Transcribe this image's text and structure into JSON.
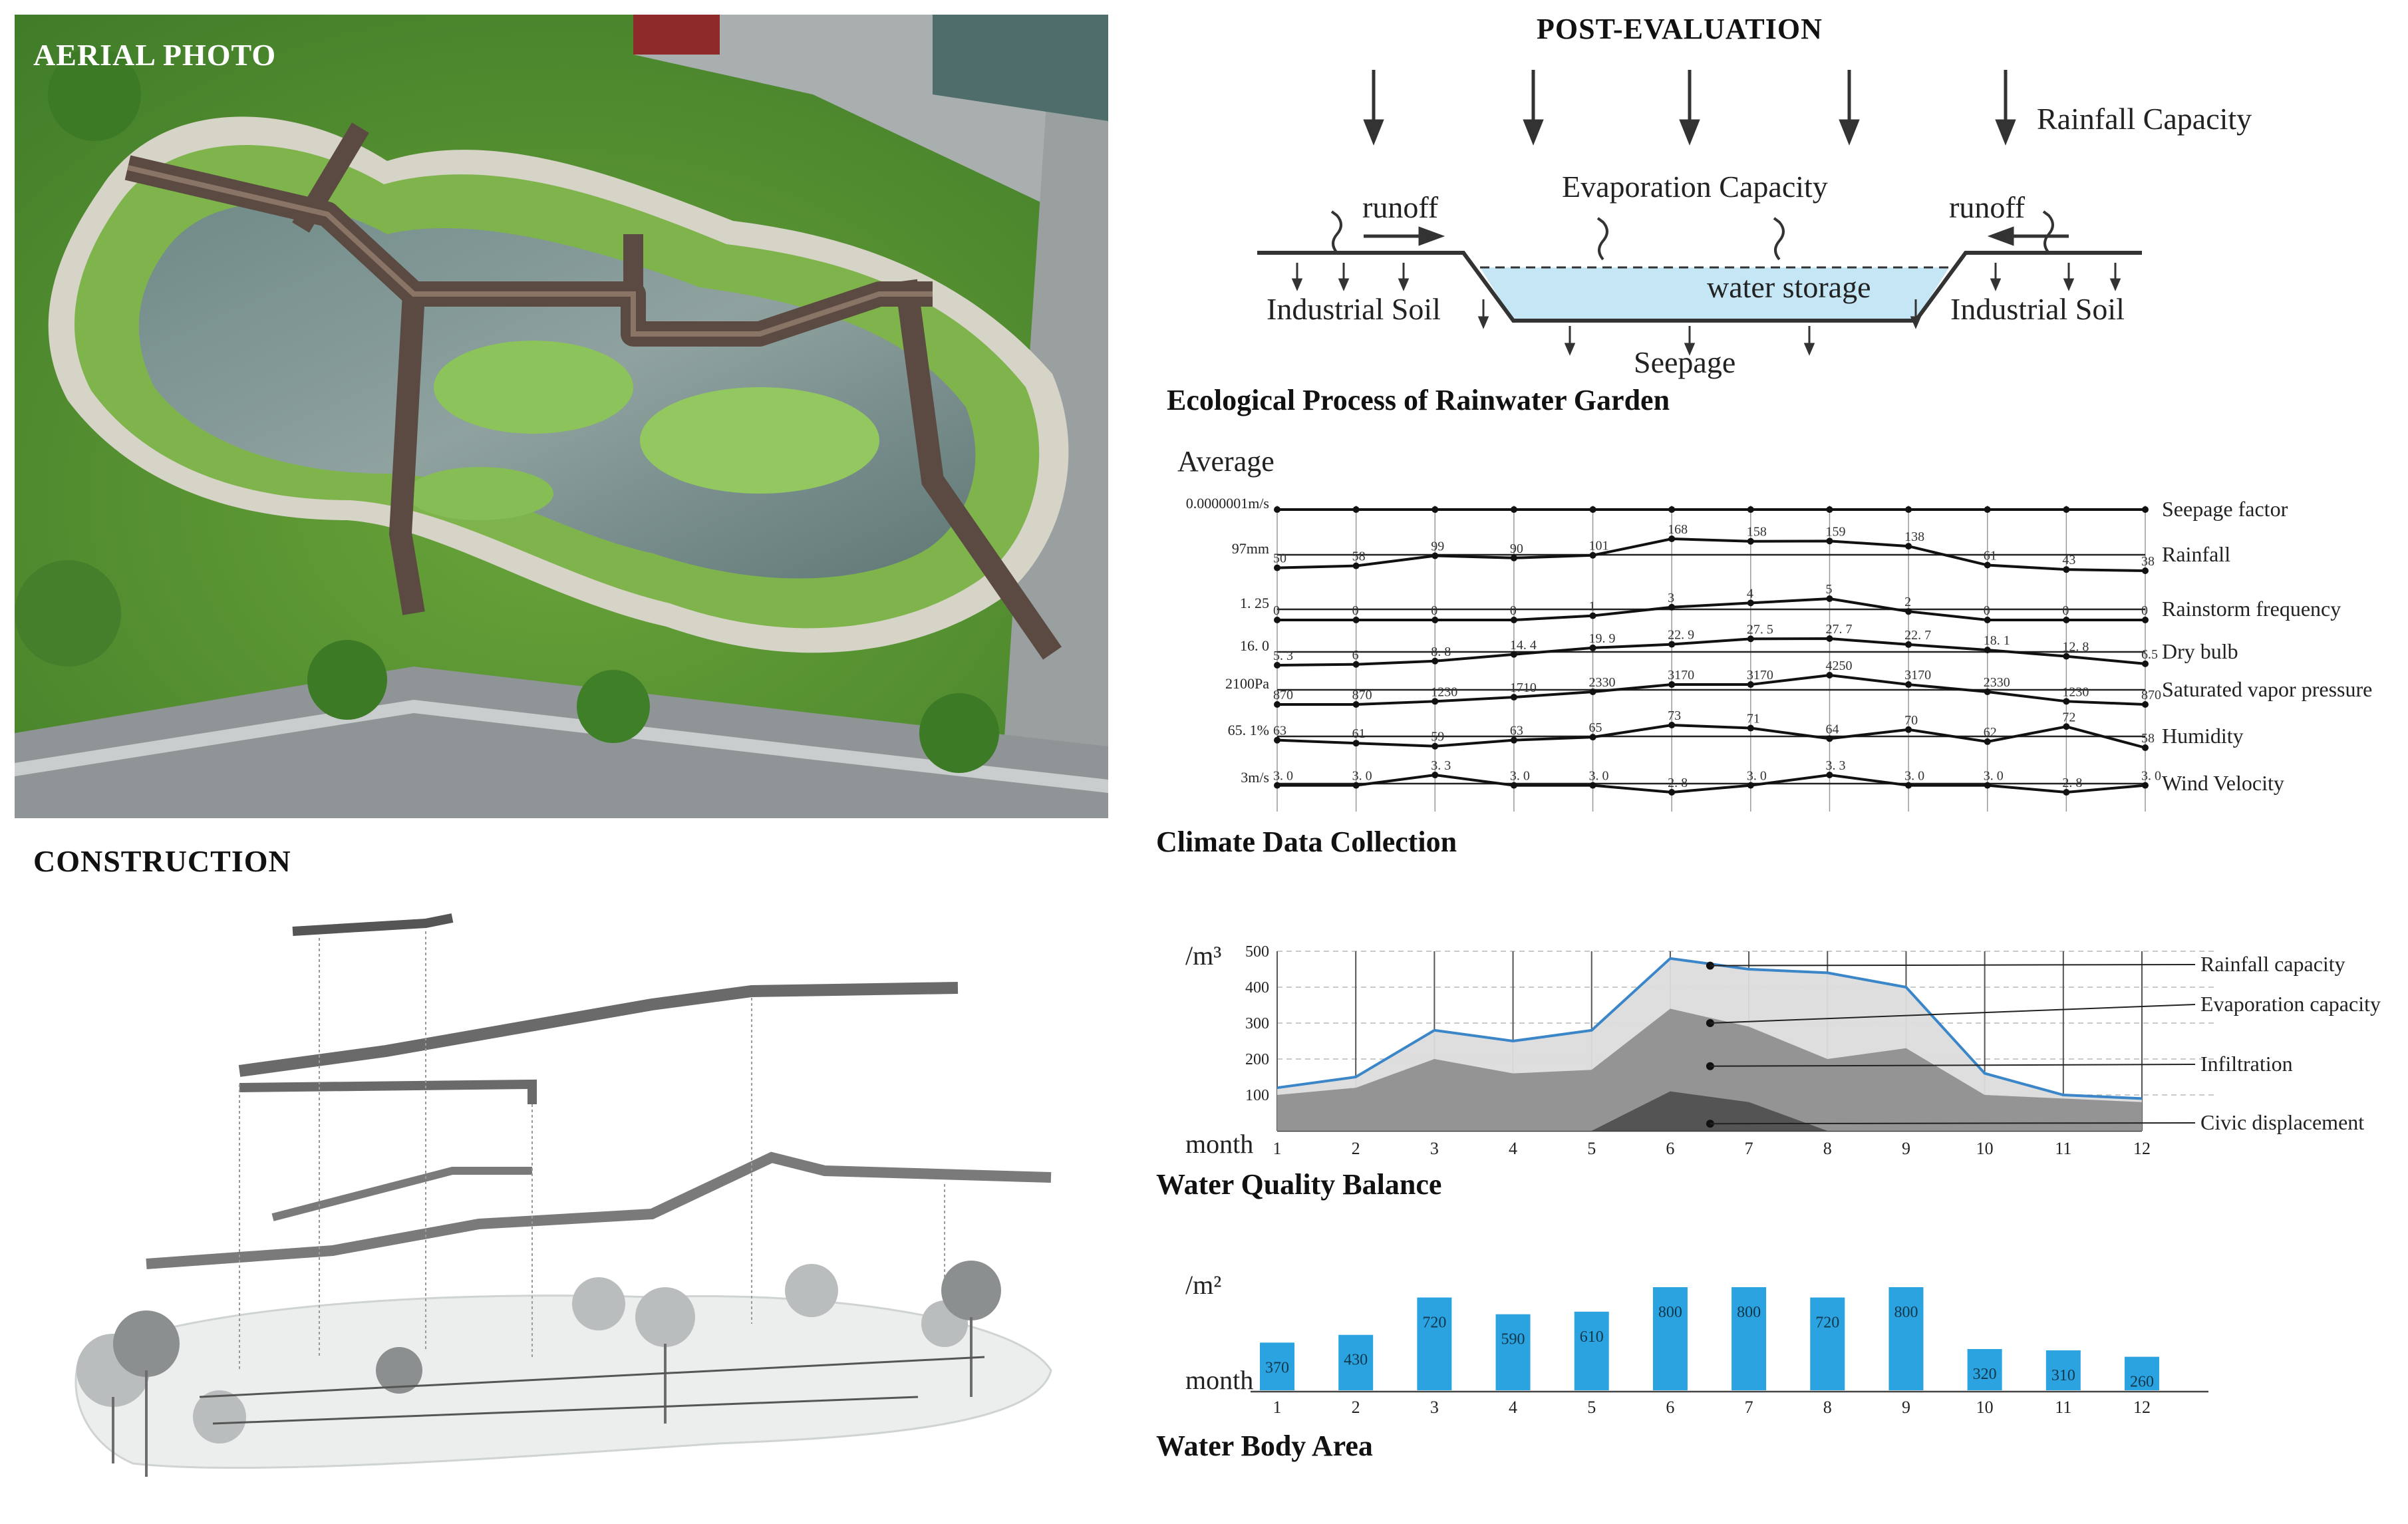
{
  "headings": {
    "aerial": "AERIAL PHOTO",
    "construction": "CONSTRUCTION",
    "post_evaluation": "POST-EVALUATION",
    "ecological_caption": "Ecological Process of Rainwater Garden",
    "climate_caption": "Climate Data Collection",
    "water_quality_caption": "Water Quality Balance",
    "water_area_caption": "Water Body Area"
  },
  "ecological_diagram": {
    "rainfall": "Rainfall Capacity",
    "evaporation": "Evaporation Capacity",
    "runoff_left": "runoff",
    "runoff_right": "runoff",
    "water_storage": "water storage",
    "soil_left": "Industrial Soil",
    "soil_right": "Industrial Soil",
    "seepage": "Seepage"
  },
  "colors": {
    "accent_blue": "#2e9fdc",
    "bar_blue": "#2aa3e0",
    "line_blue": "#3a86c8",
    "water": "#c5e6f5",
    "dark": "#222222"
  },
  "chart_data": [
    {
      "id": "climate",
      "type": "line",
      "header": "Average",
      "x": [
        1,
        2,
        3,
        4,
        5,
        6,
        7,
        8,
        9,
        10,
        11,
        12
      ],
      "series": [
        {
          "name": "Seepage factor",
          "baseline_label": "0.0000001m/s",
          "values": [
            1,
            1,
            1,
            1,
            1,
            1,
            1,
            1,
            1,
            1,
            1,
            1
          ],
          "labels": []
        },
        {
          "name": "Rainfall",
          "baseline_label": "97mm",
          "values": [
            50,
            58,
            99,
            90,
            101,
            168,
            158,
            159,
            138,
            61,
            43,
            38
          ],
          "labels": [
            "50",
            "58",
            "99",
            "90",
            "101",
            "168",
            "158",
            "159",
            "138",
            "61",
            "43",
            "38"
          ]
        },
        {
          "name": "Rainstorm frequency",
          "baseline_label": "1. 25",
          "values": [
            0,
            0,
            0,
            0,
            1,
            3,
            4,
            5,
            2,
            0,
            0,
            0
          ],
          "labels": [
            "0",
            "0",
            "0",
            "0",
            "1",
            "3",
            "4",
            "5",
            "2",
            "0",
            "0",
            "0"
          ]
        },
        {
          "name": "Dry bulb",
          "baseline_label": "16. 0",
          "values": [
            5.3,
            6,
            8.8,
            14.4,
            19.9,
            22.9,
            27.5,
            27.7,
            22.7,
            18.1,
            12.8,
            6.5
          ],
          "labels": [
            "5. 3",
            "6",
            "8. 8",
            "14. 4",
            "19. 9",
            "22. 9",
            "27. 5",
            "27. 7",
            "22. 7",
            "18. 1",
            "12. 8",
            "6.5"
          ]
        },
        {
          "name": "Saturated vapor pressure",
          "baseline_label": "2100Pa",
          "values": [
            870,
            870,
            1230,
            1710,
            2330,
            3170,
            3170,
            4250,
            3170,
            2330,
            1230,
            870
          ],
          "labels": [
            "870",
            "870",
            "1230",
            "1710",
            "2330",
            "3170",
            "3170",
            "4250",
            "3170",
            "2330",
            "1230",
            "870"
          ]
        },
        {
          "name": "Humidity",
          "baseline_label": "65. 1%",
          "values": [
            63,
            61,
            59,
            63,
            65,
            73,
            71,
            64,
            70,
            62,
            72,
            58
          ],
          "labels": [
            "63",
            "61",
            "59",
            "63",
            "65",
            "73",
            "71",
            "64",
            "70",
            "62",
            "72",
            "58"
          ]
        },
        {
          "name": "Wind Velocity",
          "baseline_label": "3m/s",
          "values": [
            3.0,
            3.0,
            3.3,
            3.0,
            3.0,
            2.8,
            3.0,
            3.3,
            3.0,
            3.0,
            2.8,
            3.0
          ],
          "labels": [
            "3. 0",
            "3. 0",
            "3. 3",
            "3. 0",
            "3. 0",
            "2. 8",
            "3. 0",
            "3. 3",
            "3. 0",
            "3. 0",
            "2. 8",
            "3. 0"
          ]
        }
      ]
    },
    {
      "id": "water_quality",
      "type": "area",
      "ylabel": "/m³",
      "xlabel": "month",
      "x": [
        1,
        2,
        3,
        4,
        5,
        6,
        7,
        8,
        9,
        10,
        11,
        12
      ],
      "yticks": [
        100,
        200,
        300,
        400,
        500
      ],
      "ylim": [
        0,
        500
      ],
      "grid": true,
      "series": [
        {
          "name": "Rainfall capacity",
          "values": [
            120,
            150,
            280,
            250,
            280,
            480,
            450,
            440,
            400,
            160,
            100,
            90
          ]
        },
        {
          "name": "Evaporation capacity",
          "values": [
            100,
            120,
            200,
            160,
            170,
            340,
            290,
            200,
            230,
            100,
            90,
            80
          ]
        },
        {
          "name": "Infiltration",
          "values": [
            0,
            0,
            0,
            0,
            0,
            110,
            80,
            0,
            0,
            0,
            0,
            0
          ]
        },
        {
          "name": "Civic displacement",
          "values": [
            0,
            0,
            0,
            0,
            0,
            0,
            0,
            0,
            0,
            0,
            0,
            0
          ]
        }
      ]
    },
    {
      "id": "water_area",
      "type": "bar",
      "ylabel": "/m²",
      "xlabel": "month",
      "categories": [
        1,
        2,
        3,
        4,
        5,
        6,
        7,
        8,
        9,
        10,
        11,
        12
      ],
      "values": [
        370,
        430,
        720,
        590,
        610,
        800,
        800,
        720,
        800,
        320,
        310,
        260
      ],
      "labels": [
        "370",
        "430",
        "720",
        "590",
        "610",
        "800",
        "800",
        "720",
        "800",
        "320",
        "310",
        "260"
      ]
    }
  ]
}
